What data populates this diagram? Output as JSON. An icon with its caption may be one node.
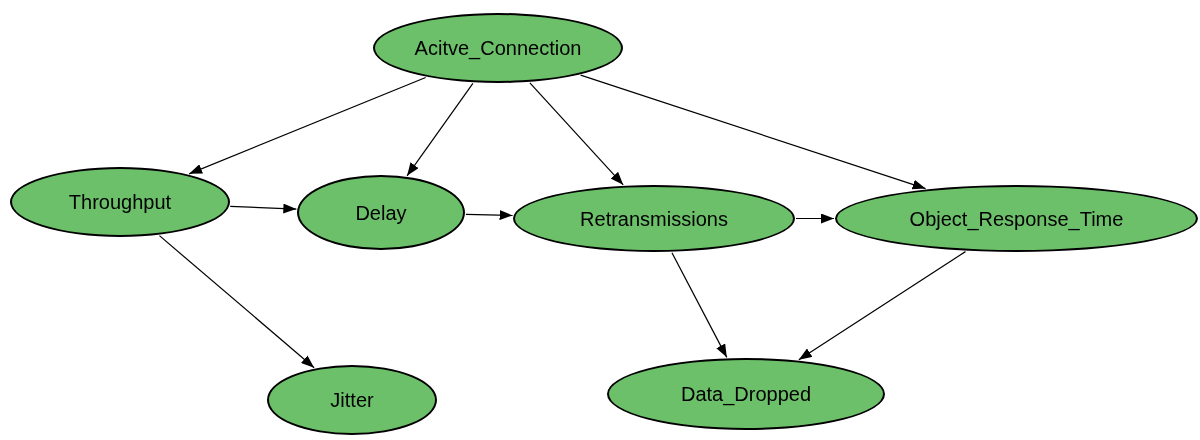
{
  "diagram": {
    "nodes": [
      {
        "text": [
          "Acitve_Connection"
        ]
      },
      {
        "text": [
          "Throughput"
        ]
      },
      {
        "text": [
          "Delay"
        ]
      },
      {
        "text": [
          "Retransmissions"
        ]
      },
      {
        "text": [
          "Object_Response_Time"
        ]
      },
      {
        "text": [
          "Jitter"
        ]
      },
      {
        "text": [
          "Data_Dropped"
        ]
      }
    ],
    "edges": [
      {
        "from": 0,
        "to": 1,
        "arrow": "to"
      },
      {
        "from": 0,
        "to": 2,
        "arrow": "to"
      },
      {
        "from": 0,
        "to": 3,
        "arrow": "to"
      },
      {
        "from": 0,
        "to": 4,
        "arrow": "to"
      },
      {
        "from": 1,
        "to": 2,
        "arrow": "to"
      },
      {
        "from": 2,
        "to": 3,
        "arrow": "to"
      },
      {
        "from": 3,
        "to": 4,
        "arrow": "to"
      },
      {
        "from": 1,
        "to": 5,
        "arrow": "to"
      },
      {
        "from": 3,
        "to": 6,
        "arrow": "to"
      },
      {
        "from": 4,
        "to": 6,
        "arrow": "to"
      }
    ]
  }
}
